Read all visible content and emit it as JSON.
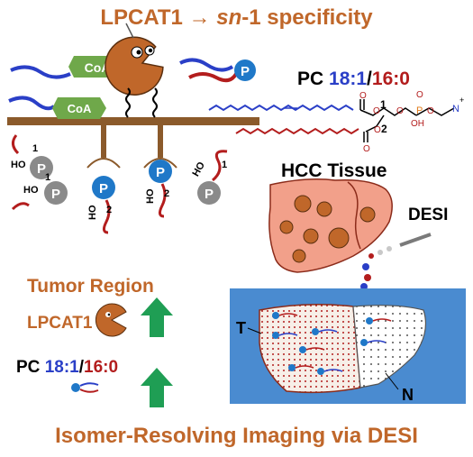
{
  "title": {
    "prefix": "LPCAT1 → ",
    "italic": "sn",
    "suffix": "-1 specificity"
  },
  "coa_label": "CoA",
  "phosphate_label": "P",
  "pc_label": {
    "prefix": "PC ",
    "chain1": "18:1",
    "sep": "/",
    "chain2": "16:0"
  },
  "structure": {
    "o": "O",
    "oh": "OH",
    "nplus": "N",
    "pos1": "1",
    "pos2": "2",
    "plus": "+"
  },
  "ho_label": "HO",
  "positions": {
    "one": "1",
    "two": "2"
  },
  "hcc_tissue": "HCC Tissue",
  "desi": "DESI",
  "tumor_region": "Tumor Region",
  "lpcat1": "LPCAT1",
  "pc_label2": {
    "prefix": "PC ",
    "chain1": "18:1",
    "sep": "/",
    "chain2": "16:0"
  },
  "tissue_labels": {
    "tumor": "T",
    "normal": "N"
  },
  "footer": "Isomer-Resolving Imaging via DESI",
  "colors": {
    "accent": "#c0672a",
    "pacman": "#c0672a",
    "coa": "#6fa84a",
    "phosphate_blue": "#1f78c8",
    "phosphate_gray": "#8a8a8a",
    "chain_blue": "#2a3fc7",
    "chain_red": "#b31d1d",
    "liver": "#f2a08a",
    "slide": "#4a8bd0",
    "arrow": "#1f9e54"
  }
}
